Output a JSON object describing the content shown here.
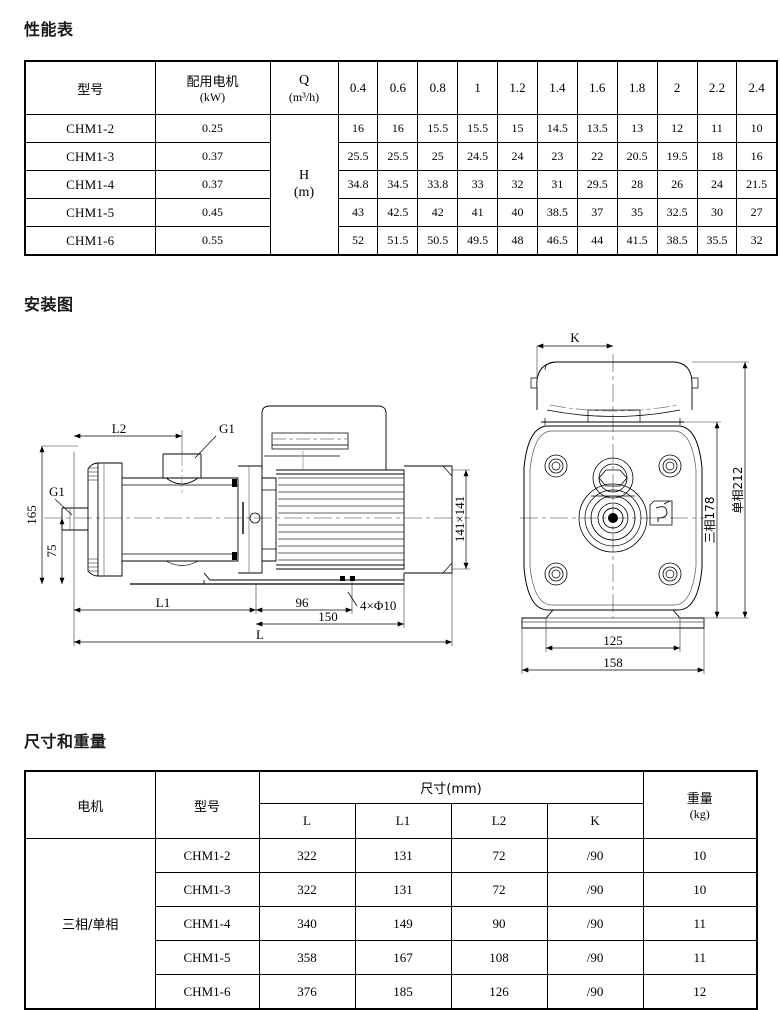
{
  "sections": {
    "performance_title": "性能表",
    "installation_title": "安装图",
    "dimensions_title": "尺寸和重量"
  },
  "performance_table": {
    "headers": {
      "model": "型号",
      "motor_power": "配用电机",
      "motor_power_unit": "(kW)",
      "flow_symbol": "Q",
      "flow_unit": "(m³/h)",
      "head_symbol": "H",
      "head_unit": "(m)"
    },
    "flow_values": [
      "0.4",
      "0.6",
      "0.8",
      "1",
      "1.2",
      "1.4",
      "1.6",
      "1.8",
      "2",
      "2.2",
      "2.4"
    ],
    "rows": [
      {
        "model": "CHM1-2",
        "power": "0.25",
        "head": [
          "16",
          "16",
          "15.5",
          "15.5",
          "15",
          "14.5",
          "13.5",
          "13",
          "12",
          "11",
          "10"
        ]
      },
      {
        "model": "CHM1-3",
        "power": "0.37",
        "head": [
          "25.5",
          "25.5",
          "25",
          "24.5",
          "24",
          "23",
          "22",
          "20.5",
          "19.5",
          "18",
          "16"
        ]
      },
      {
        "model": "CHM1-4",
        "power": "0.37",
        "head": [
          "34.8",
          "34.5",
          "33.8",
          "33",
          "32",
          "31",
          "29.5",
          "28",
          "26",
          "24",
          "21.5"
        ]
      },
      {
        "model": "CHM1-5",
        "power": "0.45",
        "head": [
          "43",
          "42.5",
          "42",
          "41",
          "40",
          "38.5",
          "37",
          "35",
          "32.5",
          "30",
          "27"
        ]
      },
      {
        "model": "CHM1-6",
        "power": "0.55",
        "head": [
          "52",
          "51.5",
          "50.5",
          "49.5",
          "48",
          "46.5",
          "44",
          "41.5",
          "38.5",
          "35.5",
          "32"
        ]
      }
    ]
  },
  "dimensions_table": {
    "headers": {
      "motor": "电机",
      "model": "型号",
      "size_group": "尺寸(mm)",
      "weight": "重量",
      "weight_unit": "(kg)",
      "col_L": "L",
      "col_L1": "L1",
      "col_L2": "L2",
      "col_K": "K"
    },
    "motor_type": "三相/单相",
    "rows": [
      {
        "model": "CHM1-2",
        "L": "322",
        "L1": "131",
        "L2": "72",
        "K": "/90",
        "weight": "10"
      },
      {
        "model": "CHM1-3",
        "L": "322",
        "L1": "131",
        "L2": "72",
        "K": "/90",
        "weight": "10"
      },
      {
        "model": "CHM1-4",
        "L": "340",
        "L1": "149",
        "L2": "90",
        "K": "/90",
        "weight": "11"
      },
      {
        "model": "CHM1-5",
        "L": "358",
        "L1": "167",
        "L2": "108",
        "K": "/90",
        "weight": "11"
      },
      {
        "model": "CHM1-6",
        "L": "376",
        "L1": "185",
        "L2": "126",
        "K": "/90",
        "weight": "12"
      }
    ]
  },
  "drawing": {
    "side_view": {
      "L2": "L2",
      "G1_top": "G1",
      "G1_left": "G1",
      "height_165": "165",
      "height_75": "75",
      "L1": "L1",
      "dim_96": "96",
      "dim_150": "150",
      "L": "L",
      "bolt_callout": "4×Φ10",
      "motor_square": "141×141"
    },
    "front_view": {
      "K": "K",
      "three_phase": "三相178",
      "single_phase": "单相212",
      "base_125": "125",
      "base_158": "158"
    }
  }
}
